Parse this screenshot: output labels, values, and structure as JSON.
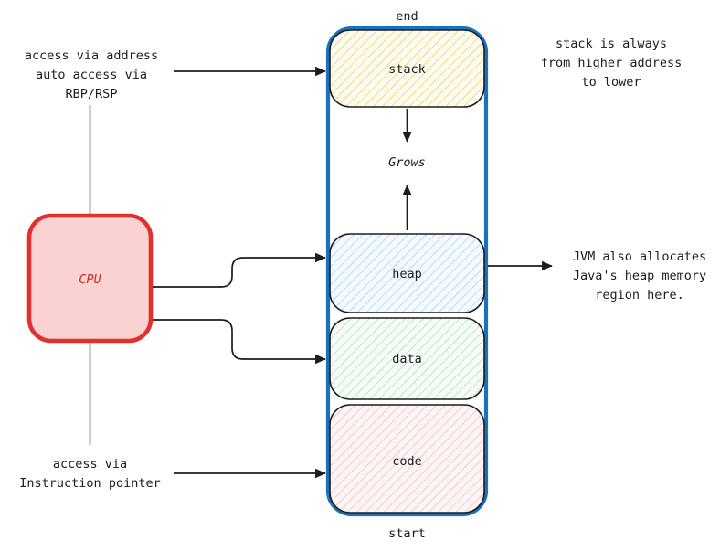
{
  "diagram": {
    "title_labels": {
      "end": "end",
      "start": "start",
      "grows": "Grows"
    },
    "memory_container": {
      "name": "process-memory-layout",
      "border_color": "#1971c2",
      "segments": [
        {
          "id": "stack",
          "label": "stack",
          "fill": "#fdf8e3",
          "hatch": "#e8c547",
          "border": "#1d1d1d"
        },
        {
          "id": "heap",
          "label": "heap",
          "fill": "#eef6fd",
          "hatch": "#89b9e8",
          "border": "#1d1d1d"
        },
        {
          "id": "data",
          "label": "data",
          "fill": "#f1f9f2",
          "hatch": "#8fce9a",
          "border": "#1d1d1d"
        },
        {
          "id": "code",
          "label": "code",
          "fill": "#fdf1f1",
          "hatch": "#e8a0a0",
          "border": "#1d1d1d"
        }
      ]
    },
    "cpu": {
      "label": "CPU",
      "fill": "#fbd2d2",
      "border": "#e03131",
      "text_color": "#c92a2a"
    },
    "annotations": {
      "stack_access": {
        "lines": [
          "access via address",
          "auto access via",
          "RBP/RSP"
        ],
        "align": "center"
      },
      "stack_direction": {
        "lines": [
          "stack is always",
          "from higher address",
          "to lower"
        ],
        "align": "center"
      },
      "heap_note": {
        "lines": [
          "JVM also allocates",
          "Java's heap memory",
          "region here."
        ],
        "align": "center"
      },
      "code_access": {
        "lines": [
          "access via",
          "Instruction pointer"
        ],
        "align": "center"
      }
    },
    "connectors": [
      {
        "id": "stack-access-arrow",
        "from": "access-via-address-note",
        "to": "stack"
      },
      {
        "id": "cpu-to-stack-line",
        "from": "cpu",
        "to": "access-via-address-note"
      },
      {
        "id": "cpu-to-heap-arrow",
        "from": "cpu",
        "to": "heap"
      },
      {
        "id": "cpu-to-data-arrow",
        "from": "cpu",
        "to": "data"
      },
      {
        "id": "cpu-to-code-line",
        "from": "cpu",
        "to": "instruction-pointer-note"
      },
      {
        "id": "code-access-arrow",
        "from": "instruction-pointer-note",
        "to": "code"
      },
      {
        "id": "heap-to-note-arrow",
        "from": "heap",
        "to": "jvm-note"
      },
      {
        "id": "stack-grows-down-arrow",
        "from": "stack",
        "to": "grows-label"
      },
      {
        "id": "heap-grows-up-arrow",
        "from": "heap",
        "to": "grows-label"
      }
    ]
  }
}
